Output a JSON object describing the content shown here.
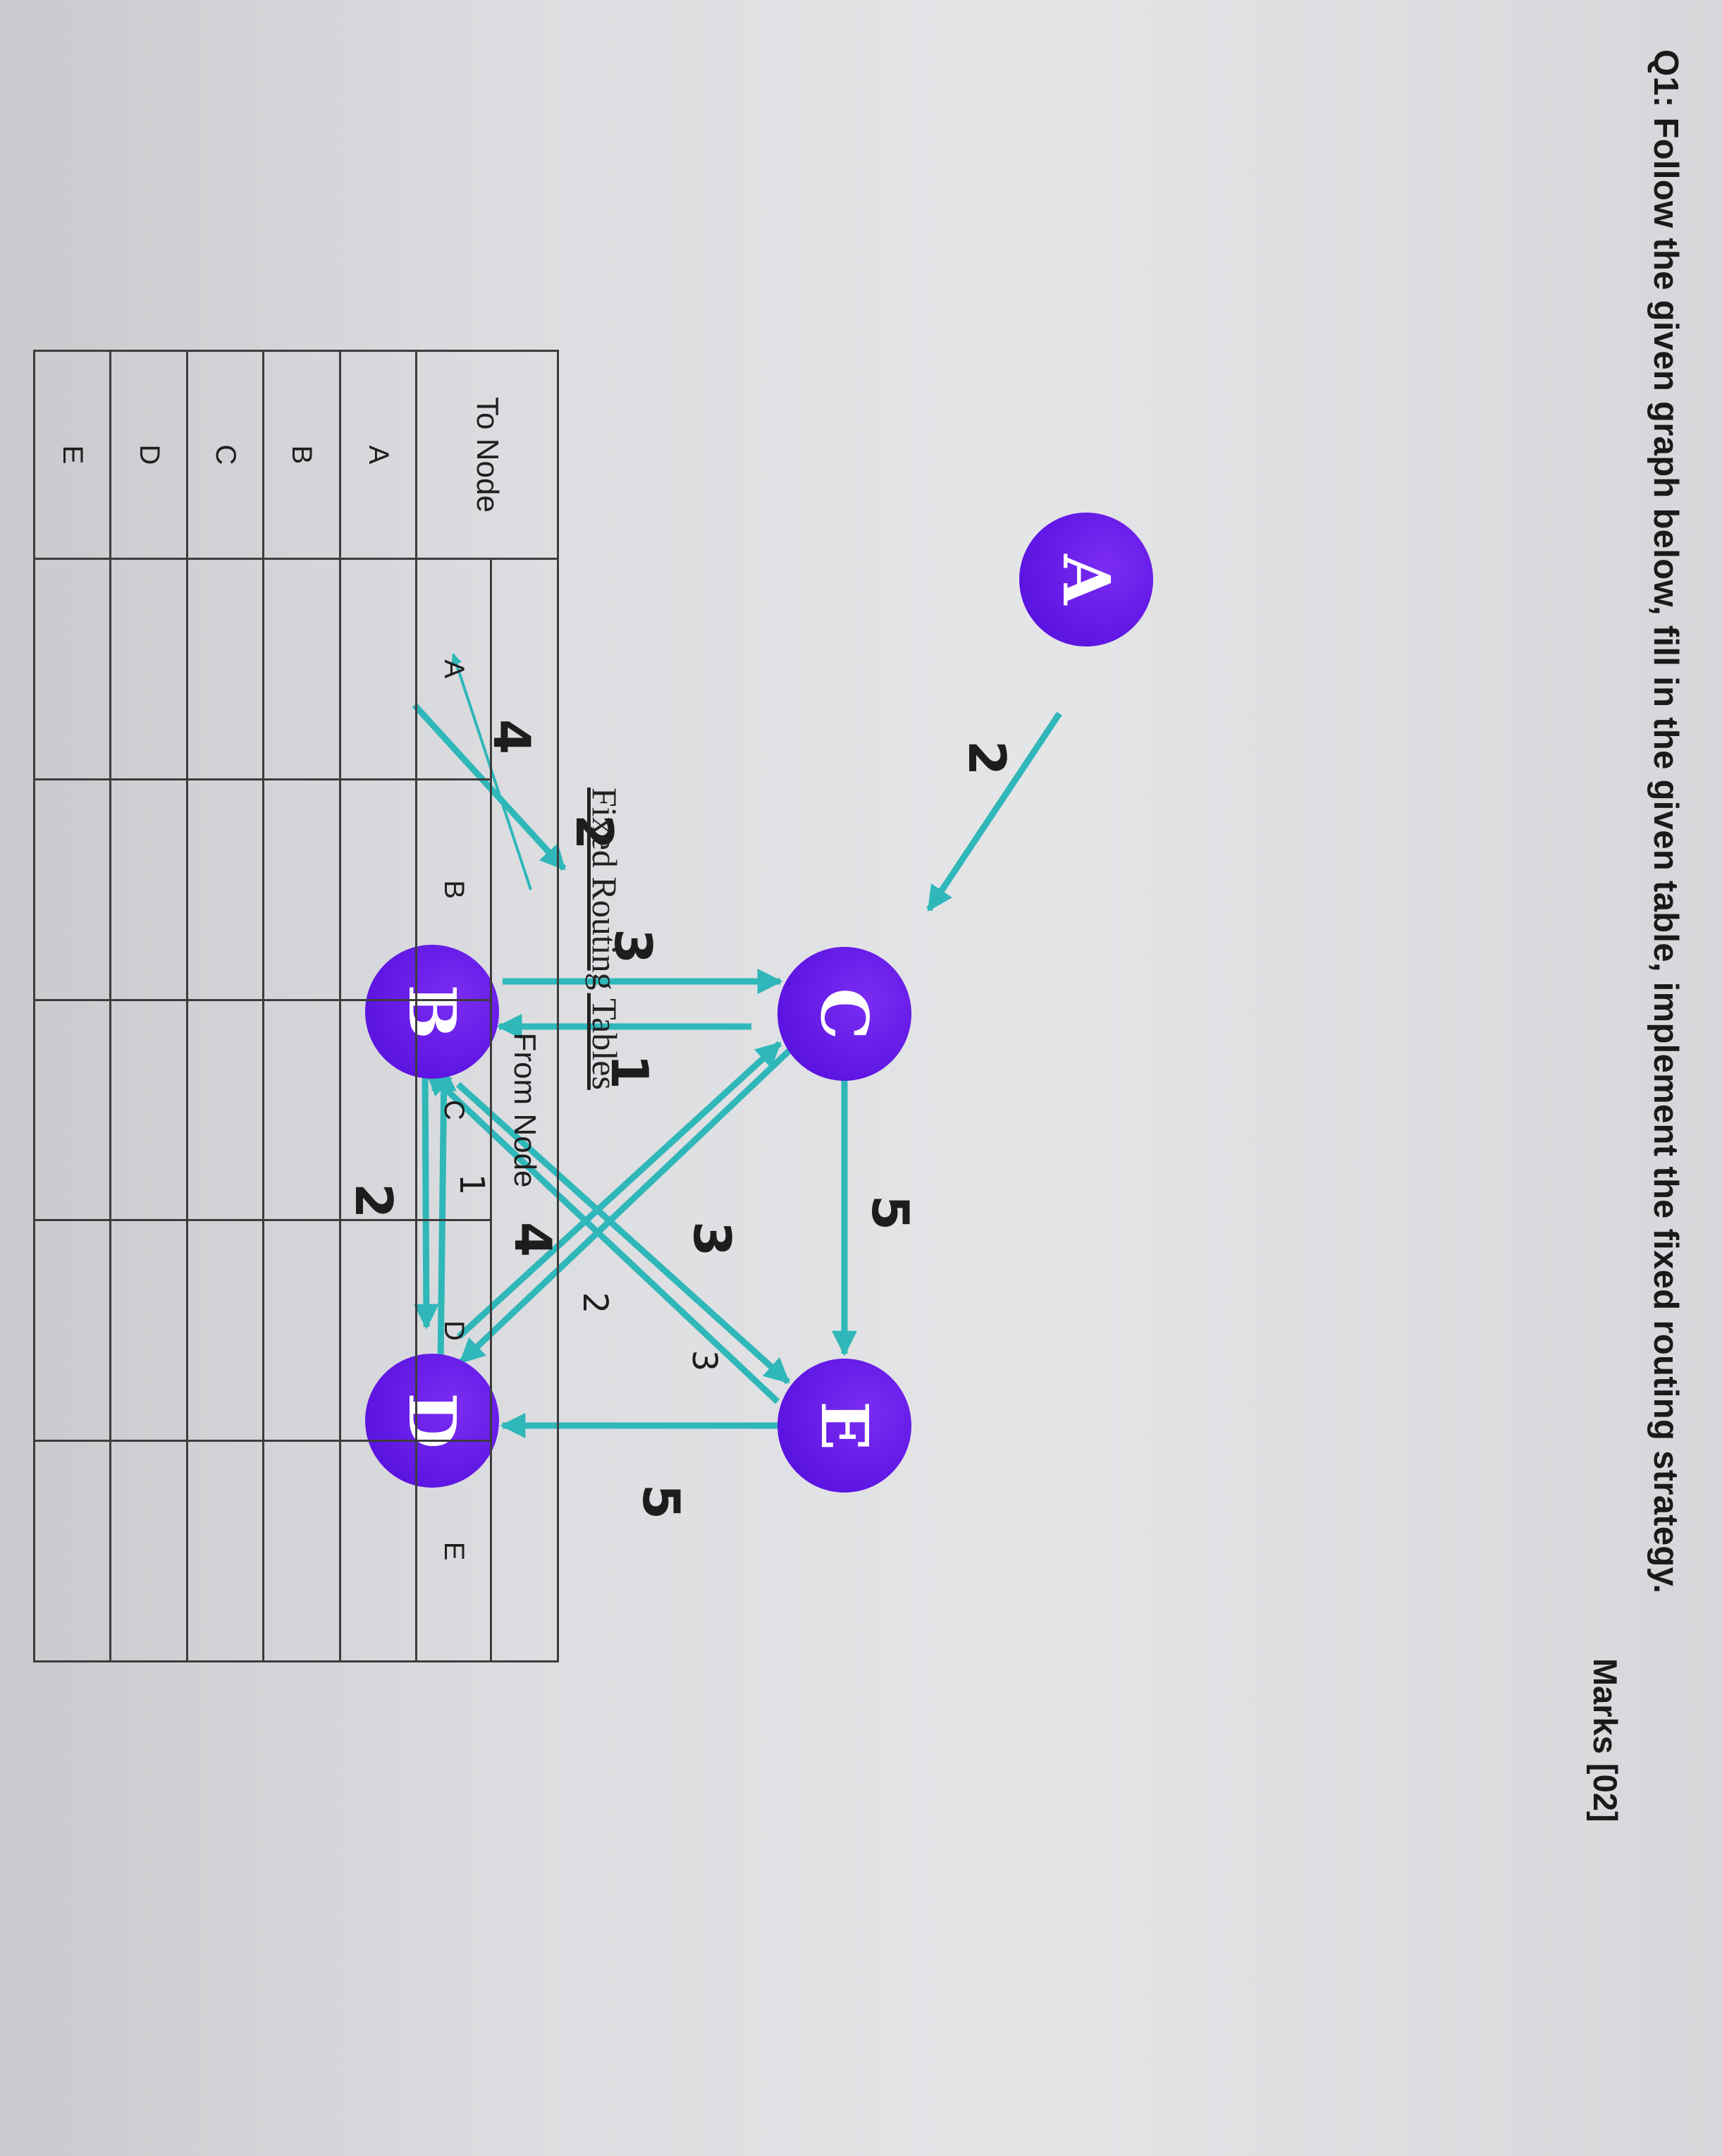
{
  "question": "Q1: Follow the given graph below, fill in the given table, implement the fixed routing strategy.",
  "marks": "Marks [02]",
  "graph": {
    "nodes": [
      "A",
      "B",
      "C",
      "D",
      "E"
    ],
    "weights": {
      "a_b": "4",
      "b_a": "2",
      "a_c": "2",
      "b_c": "3",
      "c_b": "1",
      "b_d": "2",
      "d_b": "1",
      "b_e": "3",
      "e_b": "3",
      "c_d": "4",
      "d_c": "2",
      "c_e": "5",
      "e_d": "5"
    },
    "colors": {
      "node": "#5a12e0",
      "node_highlight": "#7a2cf2",
      "edge": "#2fb7b9"
    }
  },
  "table": {
    "caption": "Fixed Routing Tables",
    "row_header": "To Node",
    "col_header": "From Node",
    "from_nodes": [
      "A",
      "B",
      "C",
      "D",
      "E"
    ],
    "to_nodes": [
      "A",
      "B",
      "C",
      "D",
      "E"
    ]
  }
}
